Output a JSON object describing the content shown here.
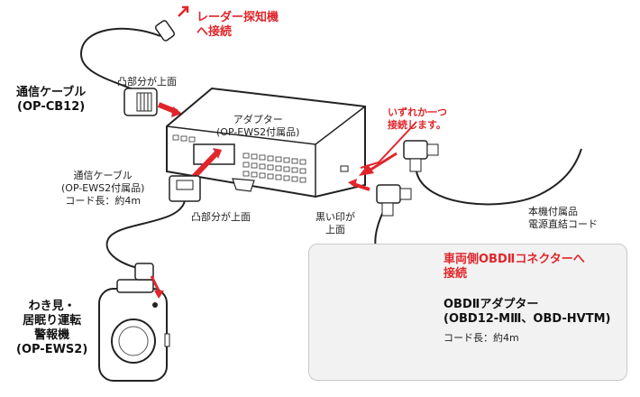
{
  "labels": {
    "radar": [
      "レーダー探知機",
      "へ接続"
    ],
    "cable_top_protrusion": "凸部分が上面",
    "comm_cable_title": [
      "通信ケーブル",
      "(OP-CB12)"
    ],
    "adapter": [
      "アダプター",
      "(OP-EWS2付属品)"
    ],
    "either_one": [
      "いずれか一つ",
      "接続します。"
    ],
    "comm_cable_ews": [
      "通信ケーブル",
      "(OP-EWS2付属品)",
      "コード長：約4m"
    ],
    "cable_bottom_protrusion": "凸部分が上面",
    "black_mark": [
      "黒い印が",
      "上面"
    ],
    "power_cord": [
      "本機付属品",
      "電源直結コード"
    ],
    "device": [
      "わき見・",
      "居眠り運転",
      "警報機",
      "(OP-EWS2)"
    ],
    "vehicle_obd": [
      "車両側OBDⅡコネクターへ",
      "接続"
    ],
    "obd_adapter": [
      "OBDⅡアダプター",
      "(OBD12-MⅢ、OBD-HVTM)"
    ],
    "obd_cord": "コード長：約4m"
  },
  "colors": {
    "accent": "#e0262b",
    "line": "#222222",
    "panel": "#f2f2f2"
  }
}
